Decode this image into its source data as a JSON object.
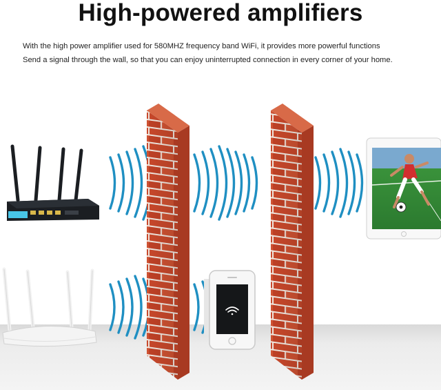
{
  "header": {
    "title": "High-powered amplifiers",
    "line1": "With the high power amplifier used for 580MHZ frequency band WiFi, it provides more powerful functions",
    "line2": "Send a signal through the wall, so that you can enjoy uninterrupted connection in every corner of your home."
  },
  "colors": {
    "brick": "#c8482b",
    "mortar": "#f1e7df",
    "signal": "#1f8fc2",
    "router_dark": "#1b1e22",
    "router_white": "#f1f1f1"
  },
  "icons": {
    "wifi": "wifi-icon",
    "ball": "soccer-ball-icon"
  }
}
